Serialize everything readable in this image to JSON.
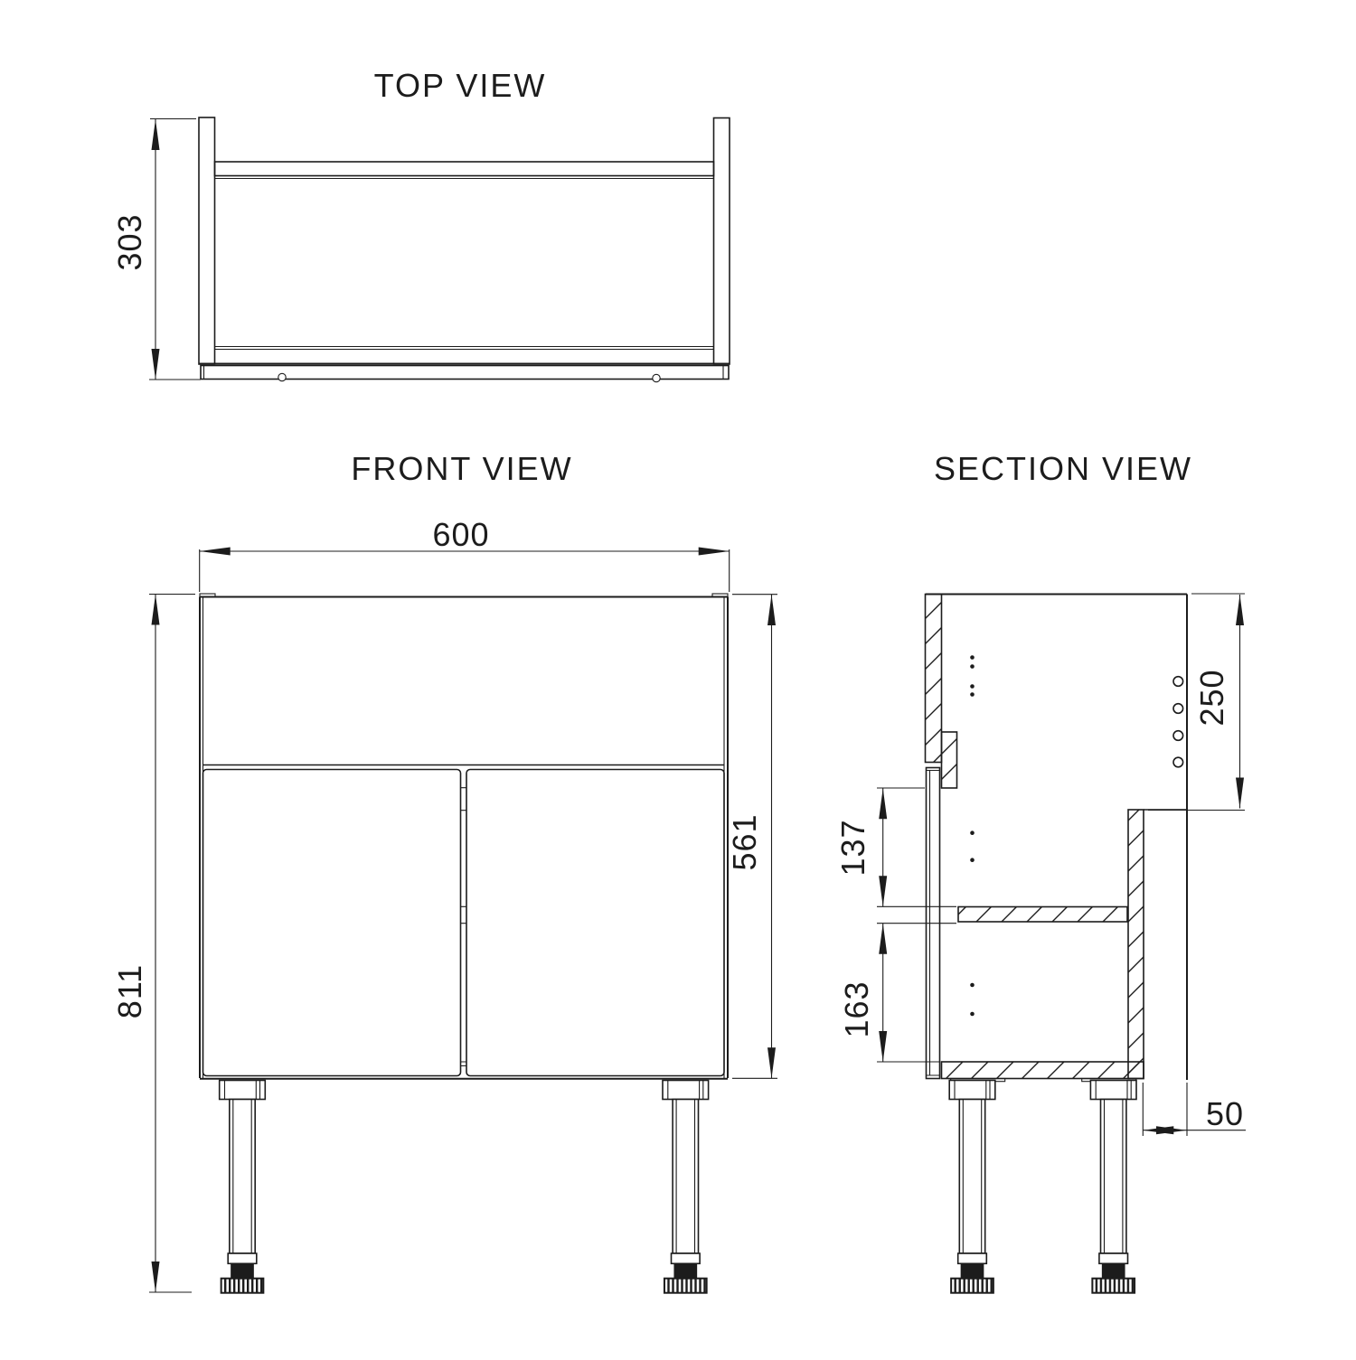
{
  "meta": {
    "background": "#ffffff",
    "line_color": "#1c1c1c",
    "drawing_type": "cabinet orthographic views"
  },
  "views": {
    "top": {
      "title": "TOP VIEW",
      "dims": {
        "depth": {
          "value": "303"
        }
      }
    },
    "front": {
      "title": "FRONT VIEW",
      "dims": {
        "width": {
          "value": "600"
        },
        "total_height": {
          "value": "811"
        },
        "carcass_height": {
          "value": "561"
        }
      }
    },
    "section": {
      "title": "SECTION VIEW",
      "dims": {
        "top_to_rail": {
          "value": "250"
        },
        "rail_to_shelf": {
          "value": "137"
        },
        "shelf_to_bottom": {
          "value": "163"
        },
        "back_inset": {
          "value": "50"
        }
      }
    }
  }
}
